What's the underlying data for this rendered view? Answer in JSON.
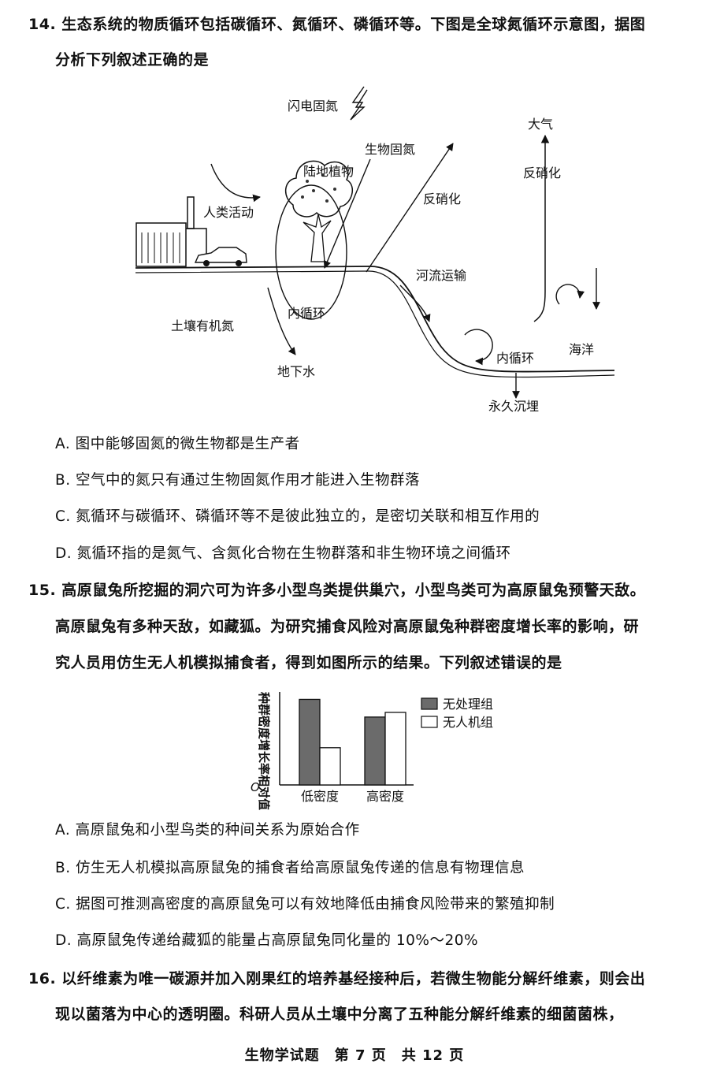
{
  "q14": {
    "line1": "14. 生态系统的物质循环包括碳循环、氮循环、磷循环等。下图是全球氮循环示意图，据图",
    "line2": "分析下列叙述正确的是",
    "diagram": {
      "lightning": "闪电固氮",
      "plants": "陆地植物",
      "bio_fix": "生物固氮",
      "atmosphere": "大气",
      "human": "人类活动",
      "denitrify1": "反硝化",
      "denitrify2": "反硝化",
      "river": "河流运输",
      "soil": "土壤有机氮",
      "inner1": "内循环",
      "inner2": "内循环",
      "ground": "地下水",
      "ocean": "海洋",
      "burial": "永久沉埋"
    },
    "options": [
      "A. 图中能够固氮的微生物都是生产者",
      "B. 空气中的氮只有通过生物固氮作用才能进入生物群落",
      "C. 氮循环与碳循环、磷循环等不是彼此独立的，是密切关联和相互作用的",
      "D. 氮循环指的是氮气、含氮化合物在生物群落和非生物环境之间循环"
    ]
  },
  "q15": {
    "line1": "15. 高原鼠兔所挖掘的洞穴可为许多小型鸟类提供巢穴，小型鸟类可为高原鼠兔预警天敌。",
    "line2": "高原鼠兔有多种天敌，如藏狐。为研究捕食风险对高原鼠兔种群密度增长率的影响，研",
    "line3": "究人员用仿生无人机模拟捕食者，得到如图所示的结果。下列叙述错误的是",
    "options": [
      "A. 高原鼠兔和小型鸟类的种间关系为原始合作",
      "B. 仿生无人机模拟高原鼠兔的捕食者给高原鼠兔传递的信息有物理信息",
      "C. 据图可推测高密度的高原鼠兔可以有效地降低由捕食风险带来的繁殖抑制",
      "D. 高原鼠兔传递给藏狐的能量占高原鼠兔同化量的 10%～20%"
    ]
  },
  "chart_data": {
    "type": "bar",
    "categories": [
      "低密度",
      "高密度"
    ],
    "series": [
      {
        "name": "无处理组",
        "values": [
          0.92,
          0.73
        ],
        "color": "#6b6b6b"
      },
      {
        "name": "无人机组",
        "values": [
          0.4,
          0.78
        ],
        "color": "#ffffff"
      }
    ],
    "ylabel": "种群密度增长率相对值",
    "origin_label": "O",
    "ylim": [
      0,
      1
    ],
    "legend": "top-right"
  },
  "q16": {
    "line1": "16. 以纤维素为唯一碳源并加入刚果红的培养基经接种后，若微生物能分解纤维素，则会出",
    "line2": "现以菌落为中心的透明圈。科研人员从土壤中分离了五种能分解纤维素的细菌菌株，"
  },
  "footer": "生物学试题　第 7 页　共 12 页"
}
